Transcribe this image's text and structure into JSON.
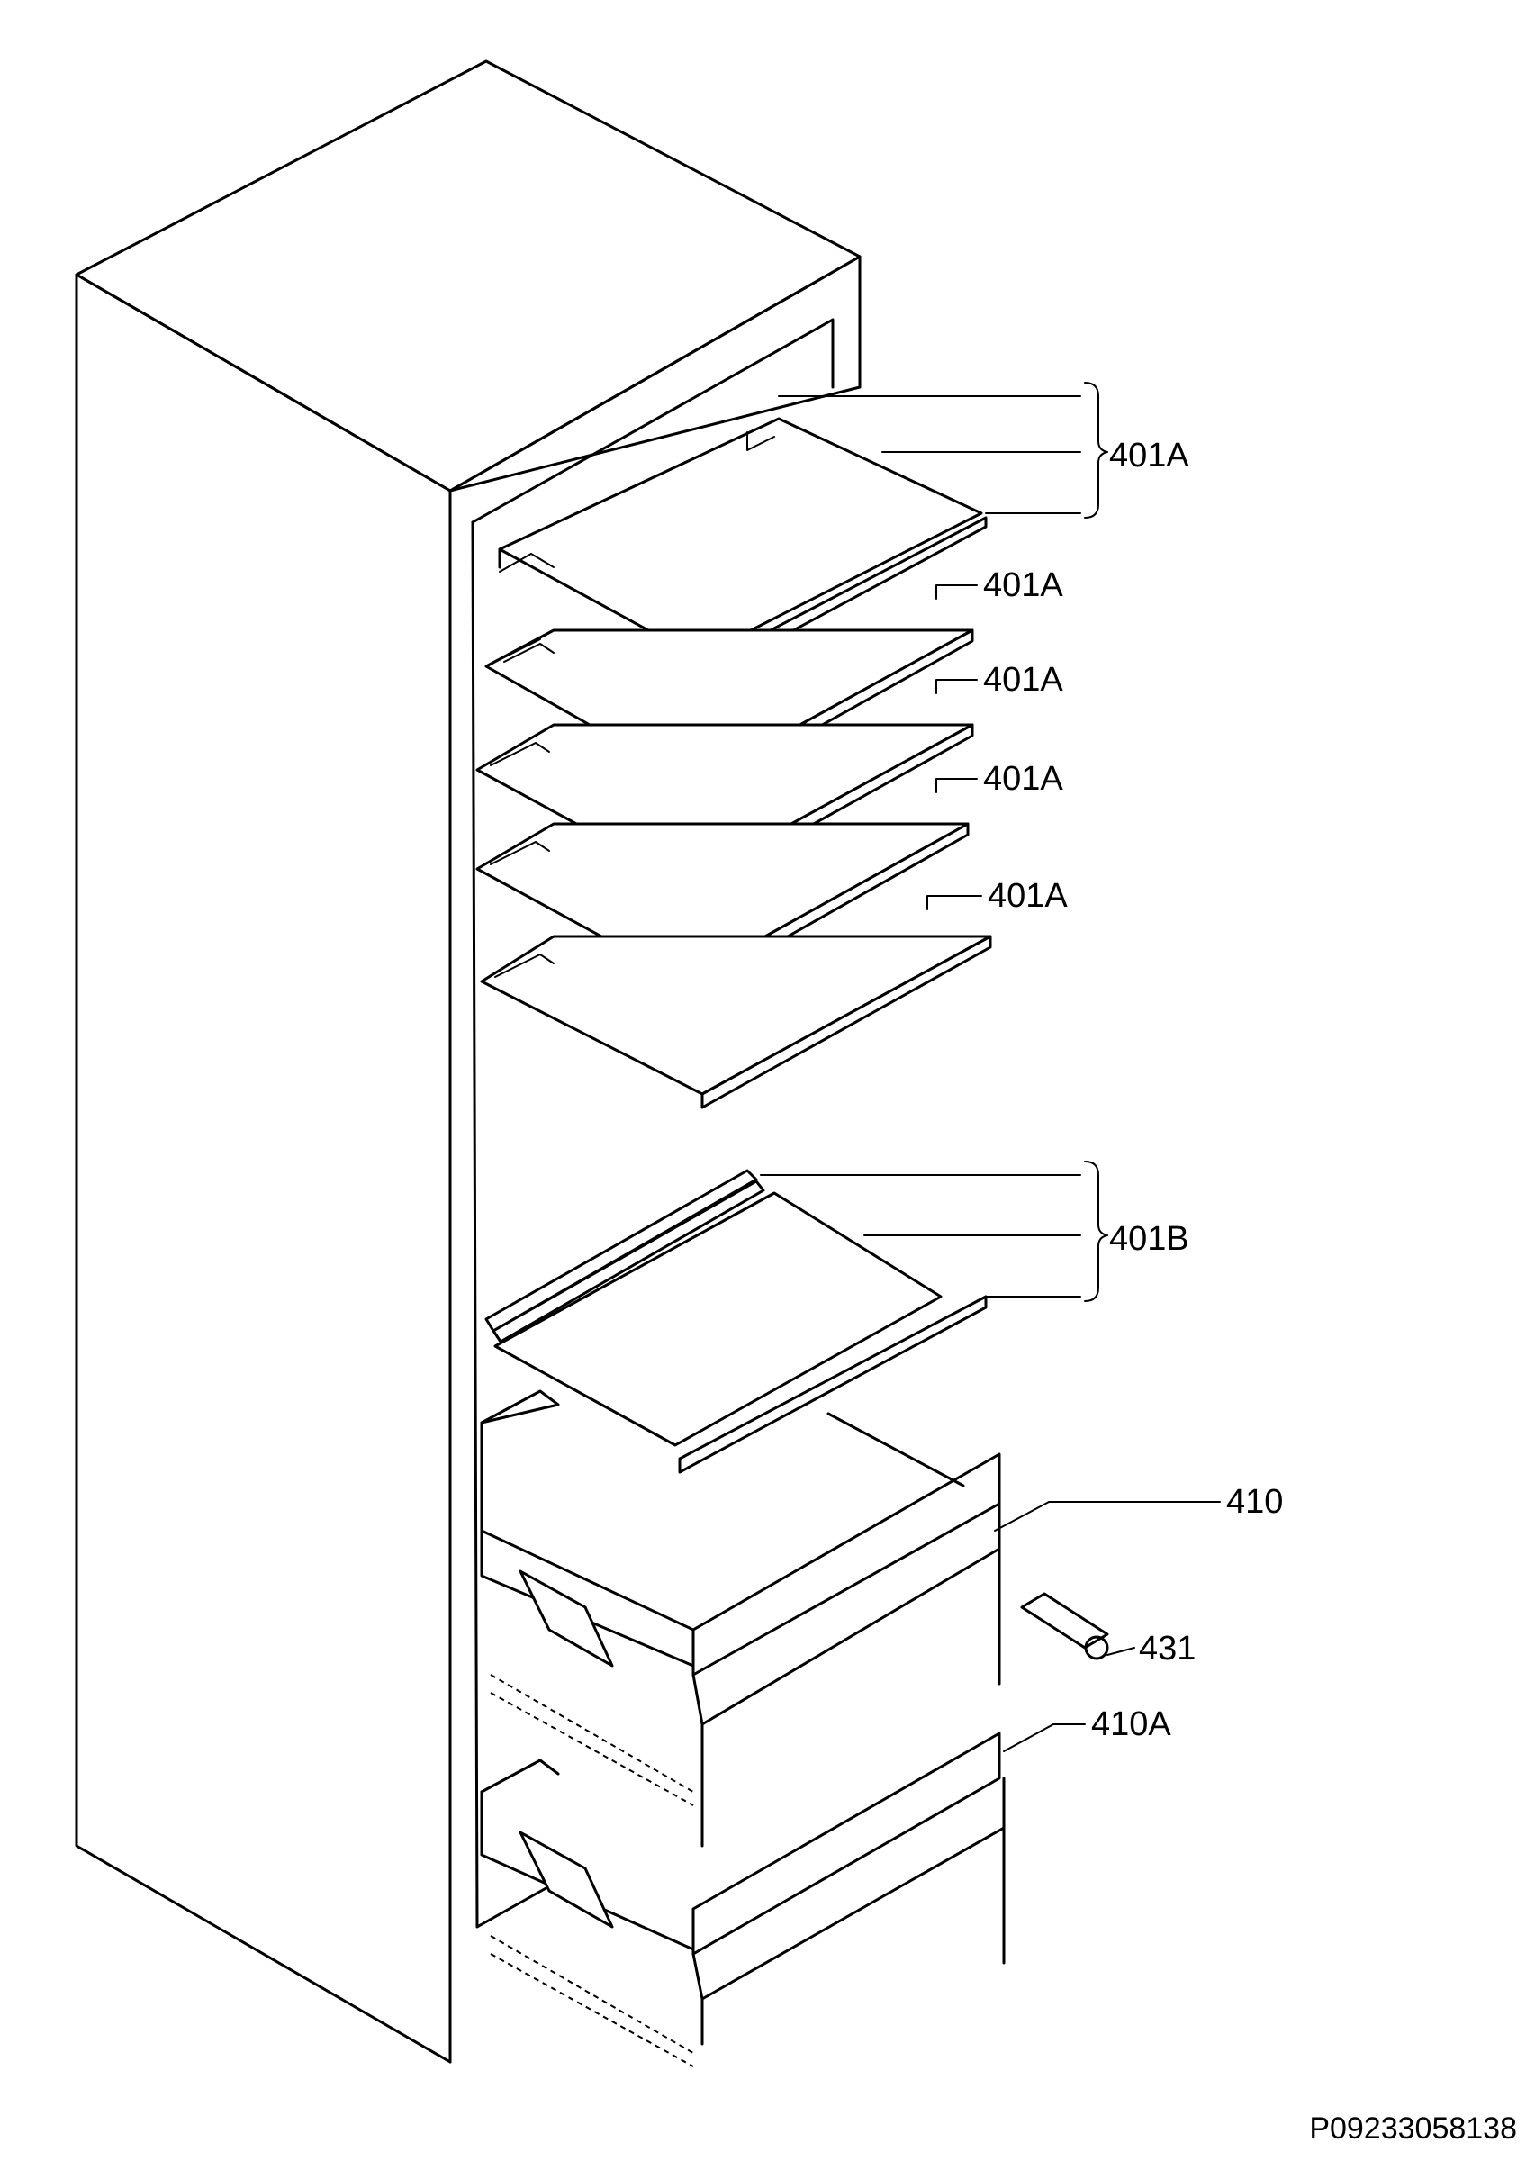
{
  "labels": {
    "shelf_group_top": "401A",
    "shelf_2": "401A",
    "shelf_3": "401A",
    "shelf_4": "401A",
    "shelf_5": "401A",
    "shelf_group_lower": "401B",
    "drawer_upper": "410",
    "drawer_rail": "431",
    "drawer_lower": "410A"
  },
  "diagram_code": "P09233058138"
}
